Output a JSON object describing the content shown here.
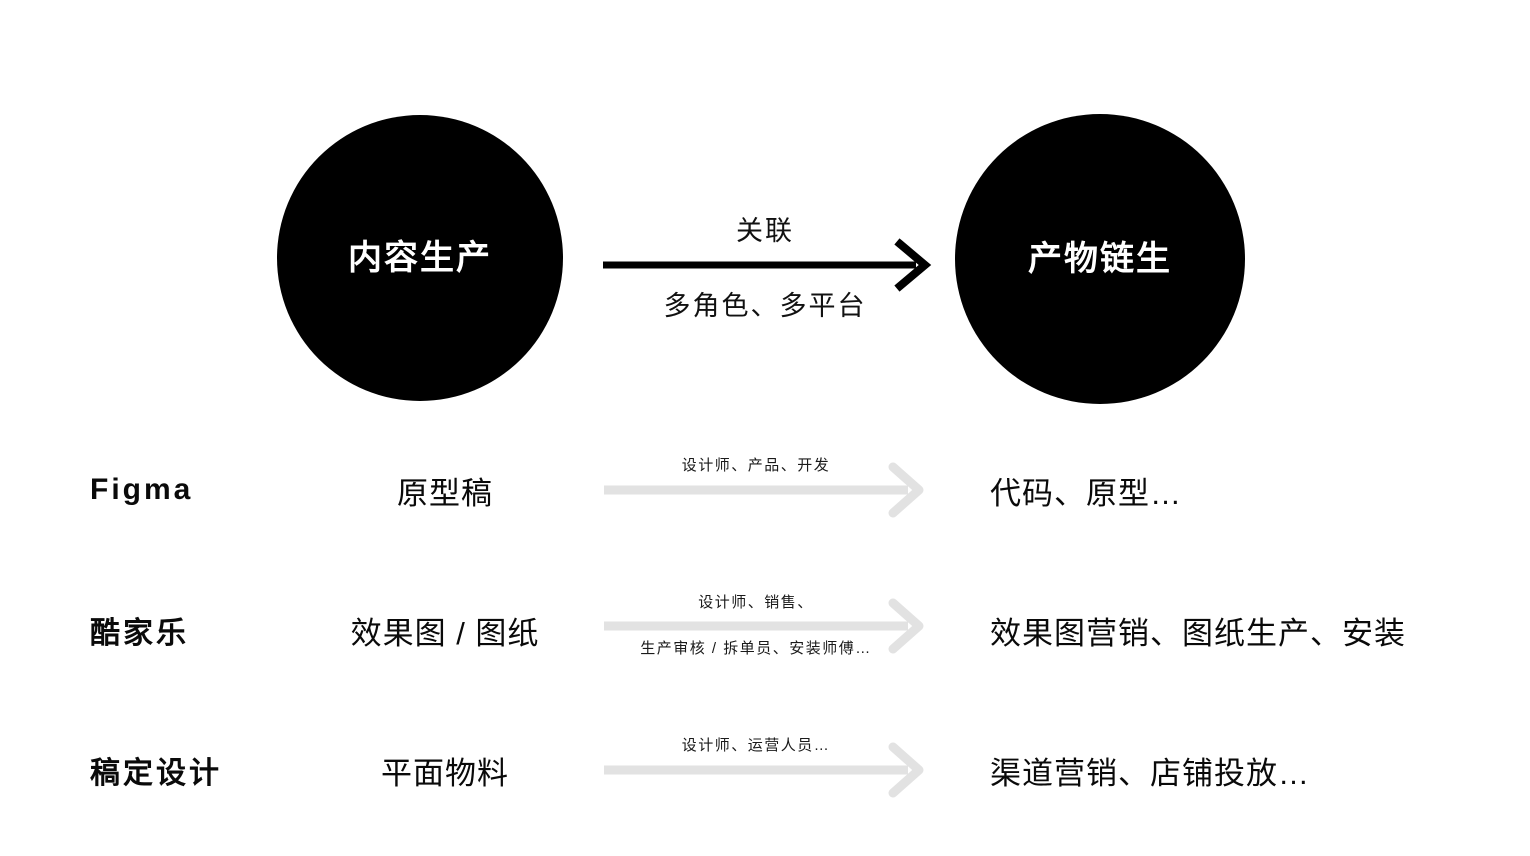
{
  "canvas": {
    "background": "#ffffff",
    "node_color": "#000000",
    "node_text_color": "#ffffff",
    "text_color": "#0a0a0a",
    "muted_arrow_color": "#e2e2e2"
  },
  "nodes": {
    "left": {
      "label": "内容生产"
    },
    "right": {
      "label": "产物链生"
    }
  },
  "hero_connector": {
    "label_top": "关联",
    "label_bottom": "多角色、多平台",
    "arrow_color": "#000000"
  },
  "rows": [
    {
      "platform": "Figma",
      "input": "原型稿",
      "connector_top": "设计师、产品、开发",
      "connector_bottom": "",
      "output": "代码、原型…"
    },
    {
      "platform": "酷家乐",
      "input": "效果图 / 图纸",
      "connector_top": "设计师、销售、",
      "connector_bottom": "生产审核 / 拆单员、安装师傅…",
      "output": "效果图营销、图纸生产、安装"
    },
    {
      "platform": "稿定设计",
      "input": "平面物料",
      "connector_top": "设计师、运营人员…",
      "connector_bottom": "",
      "output": "渠道营销、店铺投放…"
    }
  ]
}
